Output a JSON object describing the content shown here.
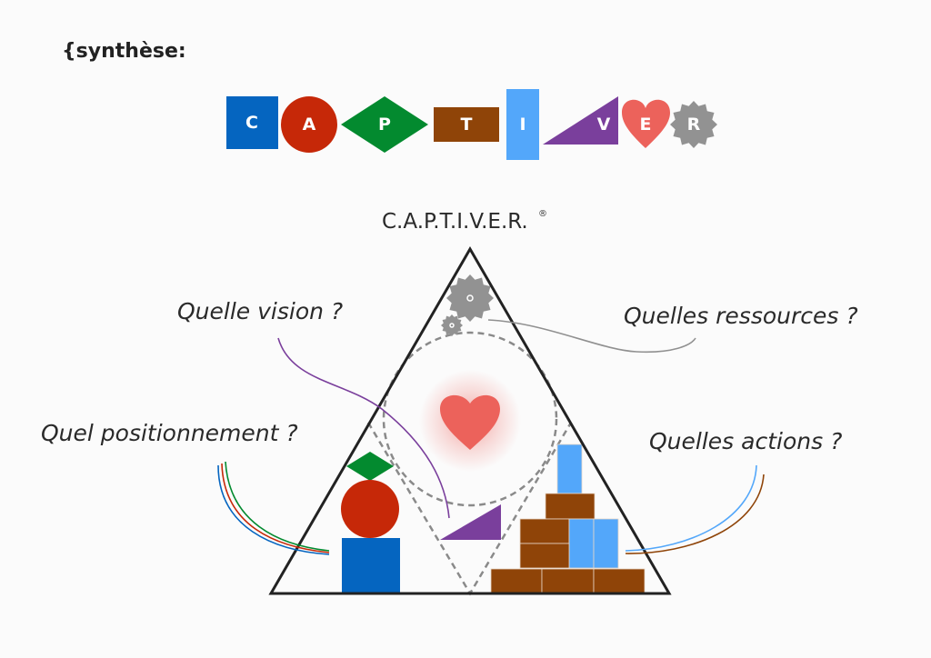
{
  "header": {
    "title": "{synthèse:"
  },
  "banner": {
    "letters": [
      {
        "letter": "C",
        "shape": "square",
        "color": "#0565c0"
      },
      {
        "letter": "A",
        "shape": "circle",
        "color": "#c62808"
      },
      {
        "letter": "P",
        "shape": "diamond",
        "color": "#038a2f"
      },
      {
        "letter": "T",
        "shape": "rectangle",
        "color": "#8f4408"
      },
      {
        "letter": "I",
        "shape": "tall-rectangle",
        "color": "#53a7fa"
      },
      {
        "letter": "V",
        "shape": "triangle",
        "color": "#7a3f9c"
      },
      {
        "letter": "E",
        "shape": "heart",
        "color": "#ec625b"
      },
      {
        "letter": "R",
        "shape": "gear",
        "color": "#929292"
      }
    ]
  },
  "diagram": {
    "title": "C.A.P.T.I.V.E.R.",
    "trademark": "®",
    "questions": {
      "vision": "Quelle vision ?",
      "resources": "Quelles ressources ?",
      "positioning": "Quel positionnement ?",
      "actions": "Quelles actions ?"
    }
  }
}
